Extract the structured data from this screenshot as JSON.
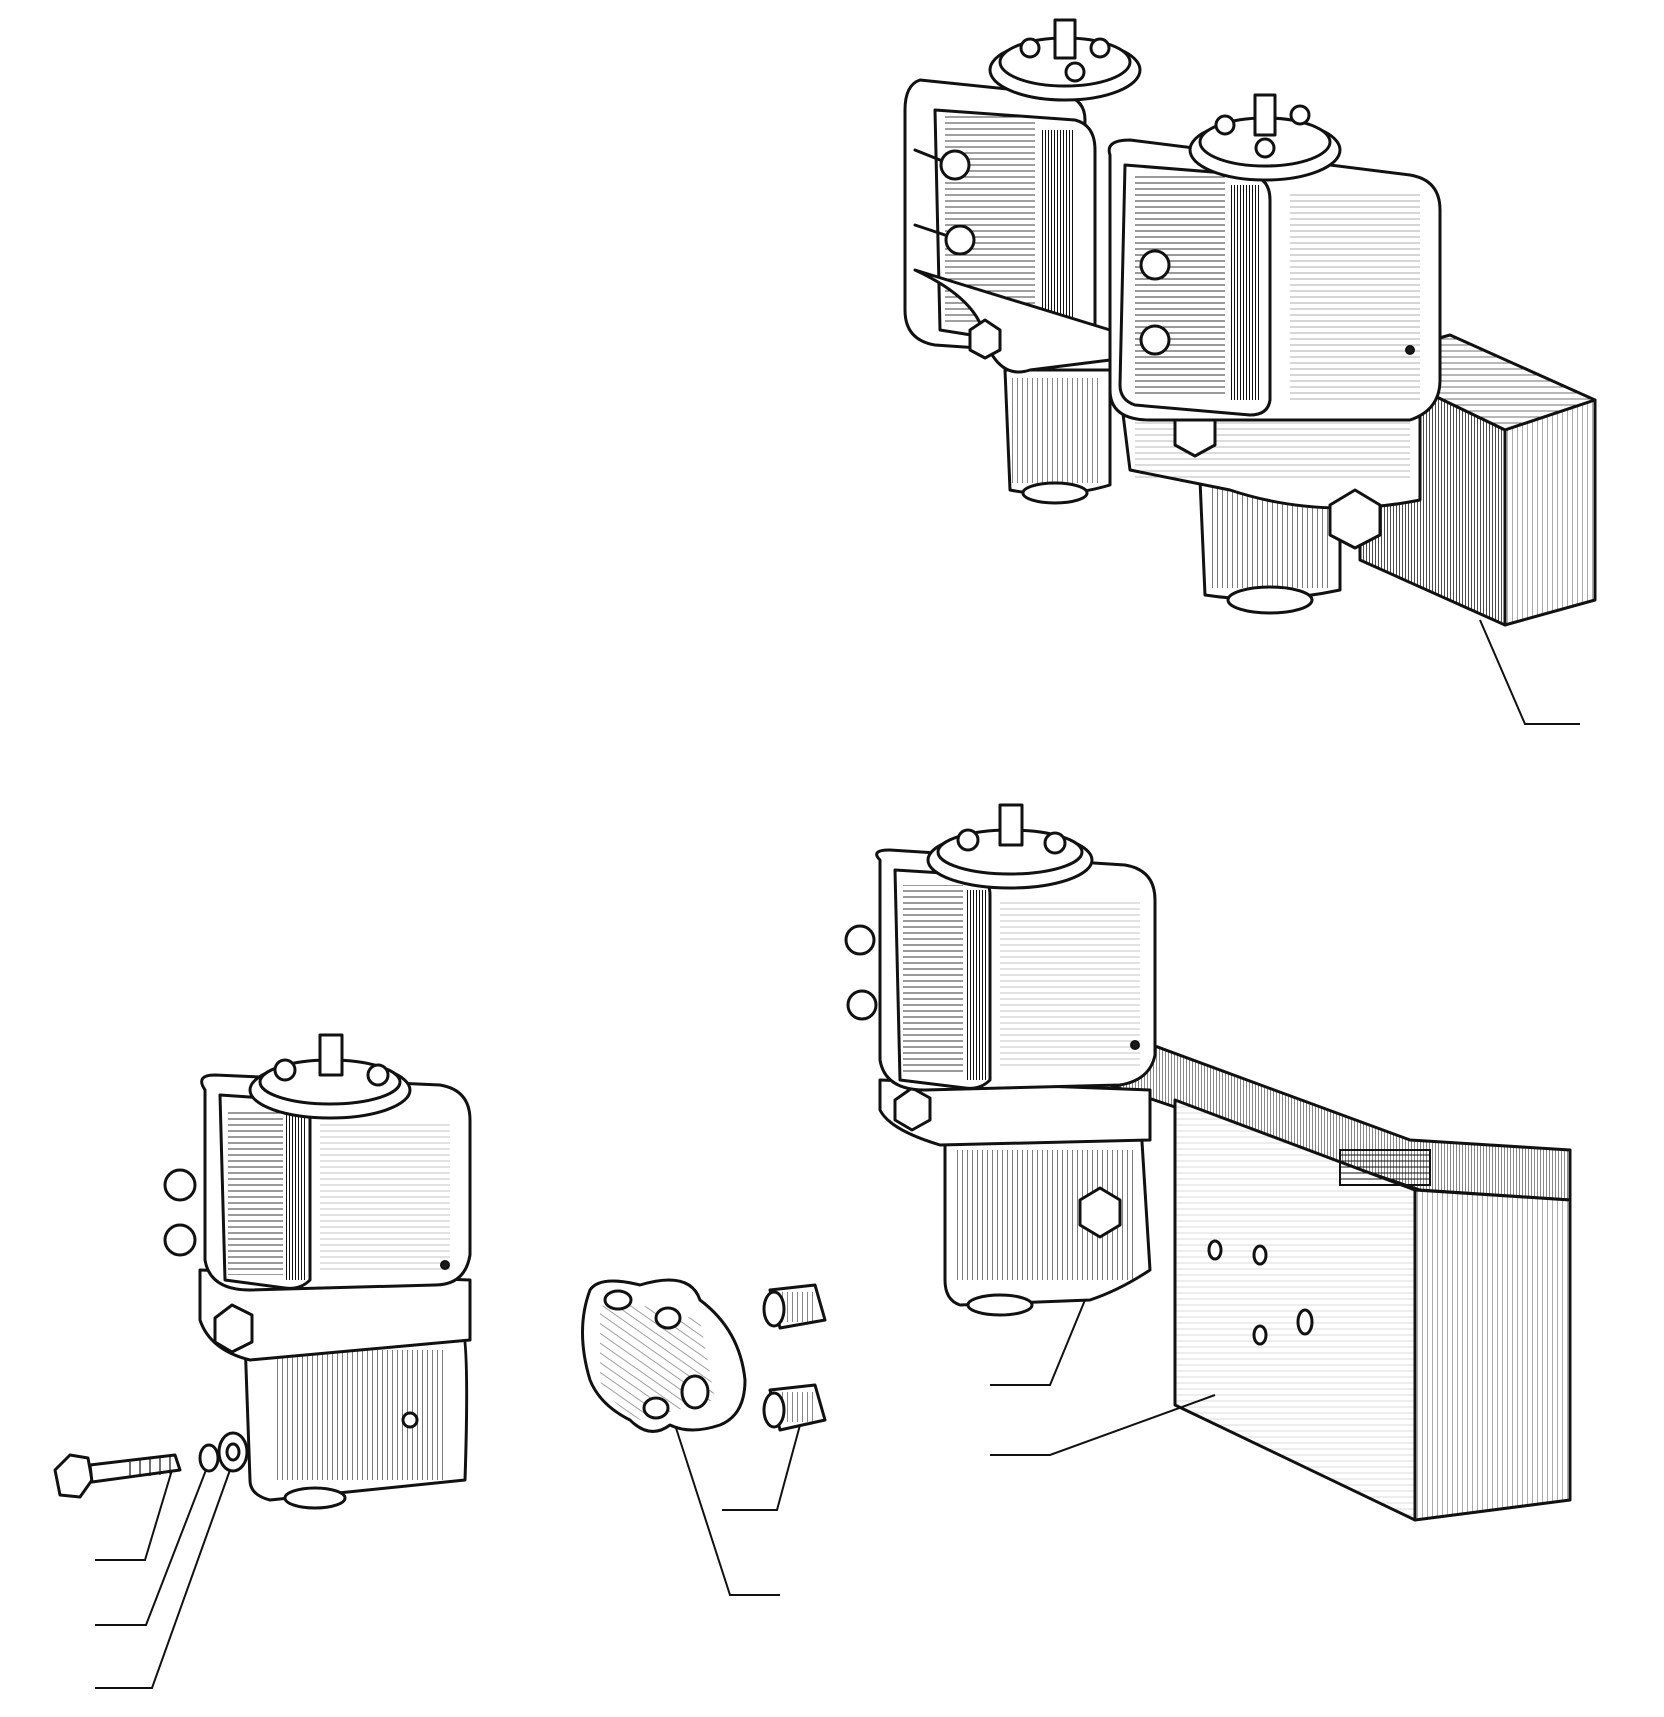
{
  "figure": {
    "background": "#ffffff",
    "ink": "#111111"
  },
  "parts": [
    {
      "id": "twin-solenoid-valve-assembly"
    },
    {
      "id": "mounting-block-top"
    },
    {
      "id": "single-solenoid-valve"
    },
    {
      "id": "hex-bolt"
    },
    {
      "id": "lock-washer"
    },
    {
      "id": "flat-washer"
    },
    {
      "id": "mounting-flange-plate"
    },
    {
      "id": "spacer-sleeve-upper"
    },
    {
      "id": "spacer-sleeve-lower"
    },
    {
      "id": "mounted-solenoid-valve"
    },
    {
      "id": "mounting-block-bottom"
    }
  ],
  "callouts": [
    {
      "id": "callout-mounting-block-top",
      "label": ""
    },
    {
      "id": "callout-hex-bolt",
      "label": ""
    },
    {
      "id": "callout-lock-washer",
      "label": ""
    },
    {
      "id": "callout-flat-washer",
      "label": ""
    },
    {
      "id": "callout-flange-plate",
      "label": ""
    },
    {
      "id": "callout-spacer-sleeves",
      "label": ""
    },
    {
      "id": "callout-valve-body",
      "label": ""
    },
    {
      "id": "callout-mounting-block-bottom",
      "label": ""
    }
  ]
}
